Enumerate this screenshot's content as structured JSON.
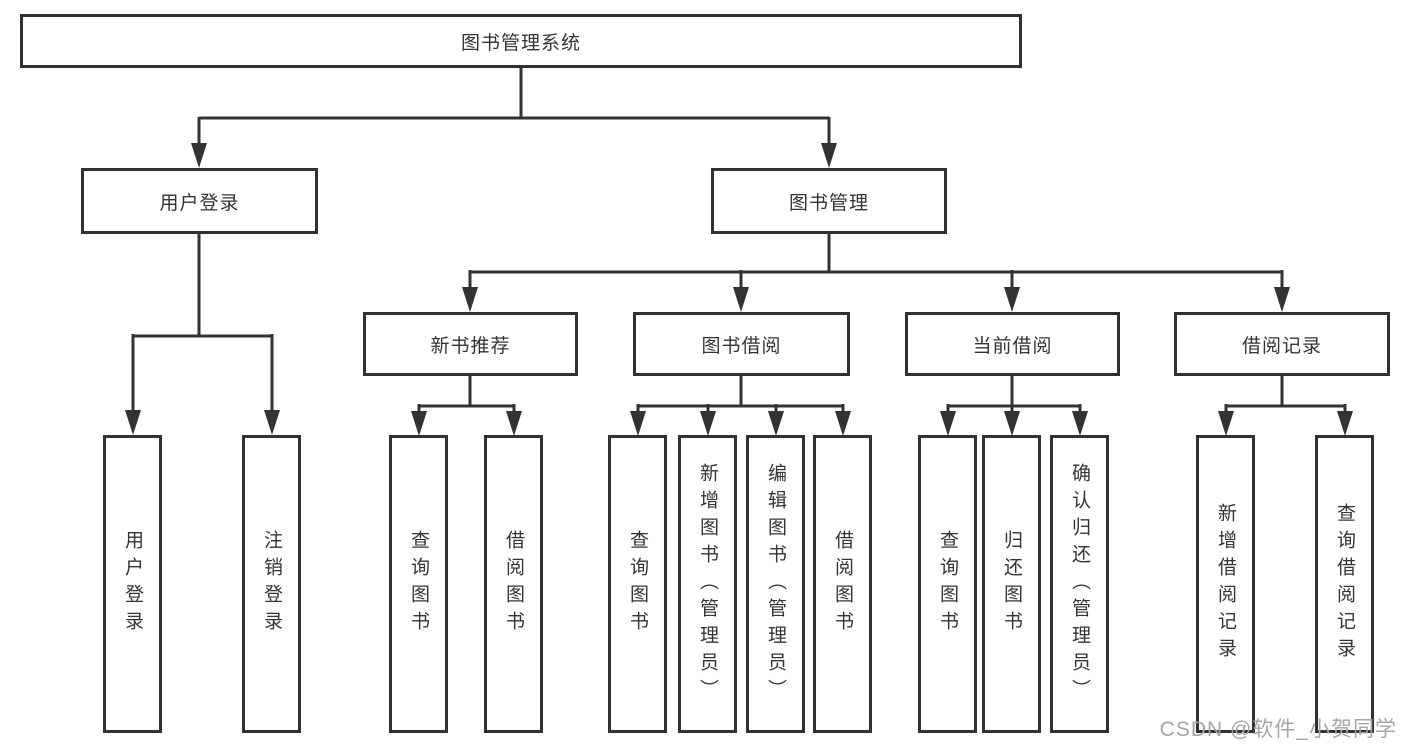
{
  "colors": {
    "line": "#333333",
    "box_border": "#313131",
    "text": "#343434",
    "watermark": "#a5a5a5",
    "background": "#ffffff"
  },
  "diagram": {
    "root": "图书管理系统",
    "branches": {
      "user_login": "用户登录",
      "book_management": "图书管理"
    },
    "modules": {
      "new_book_recommend": "新书推荐",
      "book_borrowing": "图书借阅",
      "current_borrowing": "当前借阅",
      "borrowing_records": "借阅记录"
    },
    "leaves": {
      "user_login": "用户登录",
      "logout": "注销登录",
      "recommend_query_books": "查询图书",
      "recommend_borrow_books": "借阅图书",
      "borrowing_query_books": "查询图书",
      "borrowing_add_books": "新增图书（管理员）",
      "borrowing_edit_books": "编辑图书（管理员）",
      "borrowing_borrow_books": "借阅图书",
      "current_query_books": "查询图书",
      "current_return_books": "归还图书",
      "current_confirm_return": "确认归还（管理员）",
      "records_add_record": "新增借阅记录",
      "records_query_record": "查询借阅记录"
    }
  },
  "watermark": "CSDN @软件_小贺同学"
}
